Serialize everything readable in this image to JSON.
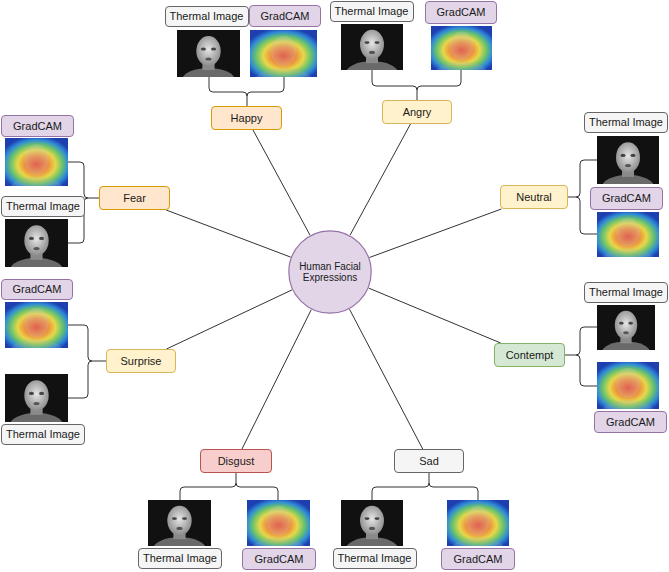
{
  "diagram": {
    "nodes": [
      {
        "text": [
          "Human Facial Expressions"
        ]
      },
      {
        "text": [
          "Happy"
        ]
      },
      {
        "text": [
          "Thermal Image"
        ]
      },
      {
        "text": [
          "GradCAM"
        ]
      },
      {
        "text": [
          "Angry"
        ]
      },
      {
        "text": [
          "Thermal Image"
        ]
      },
      {
        "text": [
          "GradCAM"
        ]
      },
      {
        "text": [
          "Neutral"
        ]
      },
      {
        "text": [
          "Thermal Image"
        ]
      },
      {
        "text": [
          "GradCAM"
        ]
      },
      {
        "text": [
          "Contempt"
        ]
      },
      {
        "text": [
          "Thermal Image"
        ]
      },
      {
        "text": [
          "GradCAM"
        ]
      },
      {
        "text": [
          "Sad"
        ]
      },
      {
        "text": [
          "Thermal Image"
        ]
      },
      {
        "text": [
          "GradCAM"
        ]
      },
      {
        "text": [
          "Disgust"
        ]
      },
      {
        "text": [
          "Thermal Image"
        ]
      },
      {
        "text": [
          "GradCAM"
        ]
      },
      {
        "text": [
          "Surprise"
        ]
      },
      {
        "text": [
          "GradCAM"
        ]
      },
      {
        "text": [
          "Thermal Image"
        ]
      },
      {
        "text": [
          "Fear"
        ]
      },
      {
        "text": [
          "GradCAM"
        ]
      },
      {
        "text": [
          "Thermal Image"
        ]
      }
    ],
    "edges": [
      {
        "from": 0,
        "to": 1,
        "arrow": "none"
      },
      {
        "from": 0,
        "to": 4,
        "arrow": "none"
      },
      {
        "from": 0,
        "to": 7,
        "arrow": "none"
      },
      {
        "from": 0,
        "to": 10,
        "arrow": "none"
      },
      {
        "from": 0,
        "to": 13,
        "arrow": "none"
      },
      {
        "from": 0,
        "to": 16,
        "arrow": "none"
      },
      {
        "from": 0,
        "to": 19,
        "arrow": "none"
      },
      {
        "from": 0,
        "to": 22,
        "arrow": "none"
      }
    ]
  }
}
